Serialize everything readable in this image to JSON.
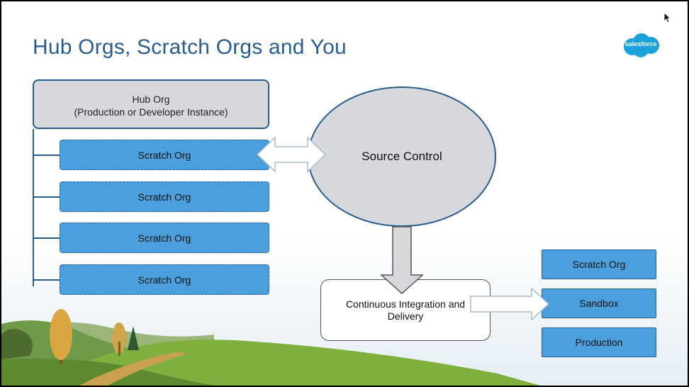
{
  "slide": {
    "title": "Hub Orgs, Scratch Orgs and You",
    "logo_text": "salesforce"
  },
  "hub_org": {
    "line1": "Hub Org",
    "line2": "(Production or Developer Instance)"
  },
  "scratch_orgs": [
    "Scratch Org",
    "Scratch Org",
    "Scratch Org",
    "Scratch Org"
  ],
  "source_control": "Source Control",
  "ci": {
    "line1": "Continuous Integration and",
    "line2": "Delivery"
  },
  "targets": [
    "Scratch Org",
    "Sandbox",
    "Production"
  ],
  "colors": {
    "title": "#2a5d8f",
    "box_blue": "#4a9fdc",
    "box_gray": "#d6d8db",
    "outline": "#2a5d8f"
  },
  "icons": {
    "logo": "salesforce-cloud-icon",
    "cursor": "mouse-pointer-icon"
  }
}
